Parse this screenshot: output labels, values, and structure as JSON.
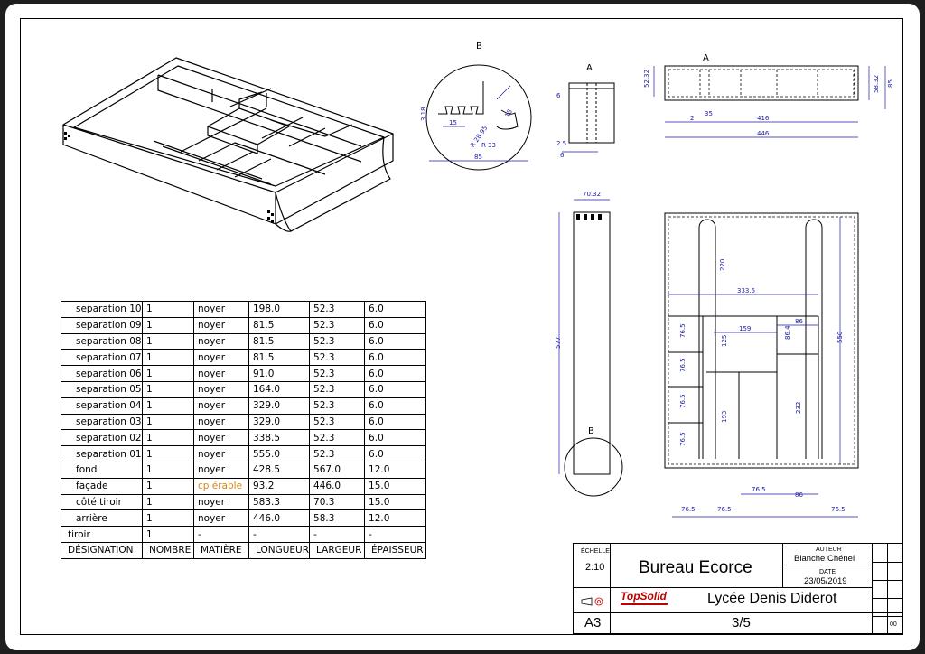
{
  "bom": {
    "rows": [
      {
        "designation": "separation 10",
        "nombre": "1",
        "matiere": "noyer",
        "longueur": "198.0",
        "largeur": "52.3",
        "epaisseur": "6.0"
      },
      {
        "designation": "separation 09",
        "nombre": "1",
        "matiere": "noyer",
        "longueur": "81.5",
        "largeur": "52.3",
        "epaisseur": "6.0"
      },
      {
        "designation": "separation 08",
        "nombre": "1",
        "matiere": "noyer",
        "longueur": "81.5",
        "largeur": "52.3",
        "epaisseur": "6.0"
      },
      {
        "designation": "separation 07",
        "nombre": "1",
        "matiere": "noyer",
        "longueur": "81.5",
        "largeur": "52.3",
        "epaisseur": "6.0"
      },
      {
        "designation": "separation 06",
        "nombre": "1",
        "matiere": "noyer",
        "longueur": "91.0",
        "largeur": "52.3",
        "epaisseur": "6.0"
      },
      {
        "designation": "separation 05",
        "nombre": "1",
        "matiere": "noyer",
        "longueur": "164.0",
        "largeur": "52.3",
        "epaisseur": "6.0"
      },
      {
        "designation": "separation 04",
        "nombre": "1",
        "matiere": "noyer",
        "longueur": "329.0",
        "largeur": "52.3",
        "epaisseur": "6.0"
      },
      {
        "designation": "separation 03",
        "nombre": "1",
        "matiere": "noyer",
        "longueur": "329.0",
        "largeur": "52.3",
        "epaisseur": "6.0"
      },
      {
        "designation": "separation 02",
        "nombre": "1",
        "matiere": "noyer",
        "longueur": "338.5",
        "largeur": "52.3",
        "epaisseur": "6.0"
      },
      {
        "designation": "separation 01",
        "nombre": "1",
        "matiere": "noyer",
        "longueur": "555.0",
        "largeur": "52.3",
        "epaisseur": "6.0"
      },
      {
        "designation": "fond",
        "nombre": "1",
        "matiere": "noyer",
        "longueur": "428.5",
        "largeur": "567.0",
        "epaisseur": "12.0"
      },
      {
        "designation": "façade",
        "nombre": "1",
        "matiere": "cp érable",
        "longueur": "93.2",
        "largeur": "446.0",
        "epaisseur": "15.0"
      },
      {
        "designation": "côté tiroir",
        "nombre": "1",
        "matiere": "noyer",
        "longueur": "583.3",
        "largeur": "70.3",
        "epaisseur": "15.0"
      },
      {
        "designation": "arrière",
        "nombre": "1",
        "matiere": "noyer",
        "longueur": "446.0",
        "largeur": "58.3",
        "epaisseur": "12.0"
      },
      {
        "designation": "tiroir",
        "nombre": "1",
        "matiere": "-",
        "longueur": "-",
        "largeur": "-",
        "epaisseur": "-"
      }
    ],
    "headers": {
      "designation": "DÉSIGNATION",
      "nombre": "NOMBRE",
      "matiere": "MATIÈRE",
      "longueur": "LONGUEUR",
      "largeur": "LARGEUR",
      "epaisseur": "ÉPAISSEUR"
    },
    "highlight_color": "#d4880f"
  },
  "cartouche": {
    "echelle_label": "ÉCHELLE",
    "echelle": "2:10",
    "title": "Bureau Ecorce",
    "auteur_label": "AUTEUR",
    "auteur": "Blanche Chénel",
    "date_label": "DATE",
    "date": "23/05/2019",
    "logo": "TopSolid",
    "ecole": "Lycée Denis Diderot",
    "format": "A3",
    "page": "3/5",
    "revision": "00"
  },
  "views": {
    "detail_b_label": "B",
    "section_a_label": "A",
    "cut_a_label": "A",
    "detail_b_small": "B",
    "detail_dims": {
      "d1": "3.18",
      "d2": "15",
      "d3": "R 28.95",
      "d4": "18",
      "d5": "R 33",
      "d6": "85"
    },
    "section_dims": {
      "d1": "6",
      "d2": "2.5",
      "d3": "6"
    },
    "front_dims": {
      "h1": "52.32",
      "h2": "58.32",
      "h3": "85",
      "w1": "2",
      "w2": "35",
      "w3": "416",
      "w4": "446"
    },
    "side_dims": {
      "w": "70.32",
      "h": "577"
    },
    "top_dims": {
      "d220": "220",
      "d3335": "333.5",
      "d159": "159",
      "d86a": "86",
      "d864": "86.4",
      "d125": "125",
      "d550": "550",
      "d765a": "76.5",
      "d765b": "76.5",
      "d765c": "76.5",
      "d765d": "76.5",
      "d193": "193",
      "d232": "232",
      "d765e": "76.5",
      "d765f": "76.5",
      "d765g": "76.5",
      "d86b": "86",
      "d765h": "76.5"
    }
  },
  "colors": {
    "dim": "#1a1aa8",
    "line": "#000000"
  }
}
